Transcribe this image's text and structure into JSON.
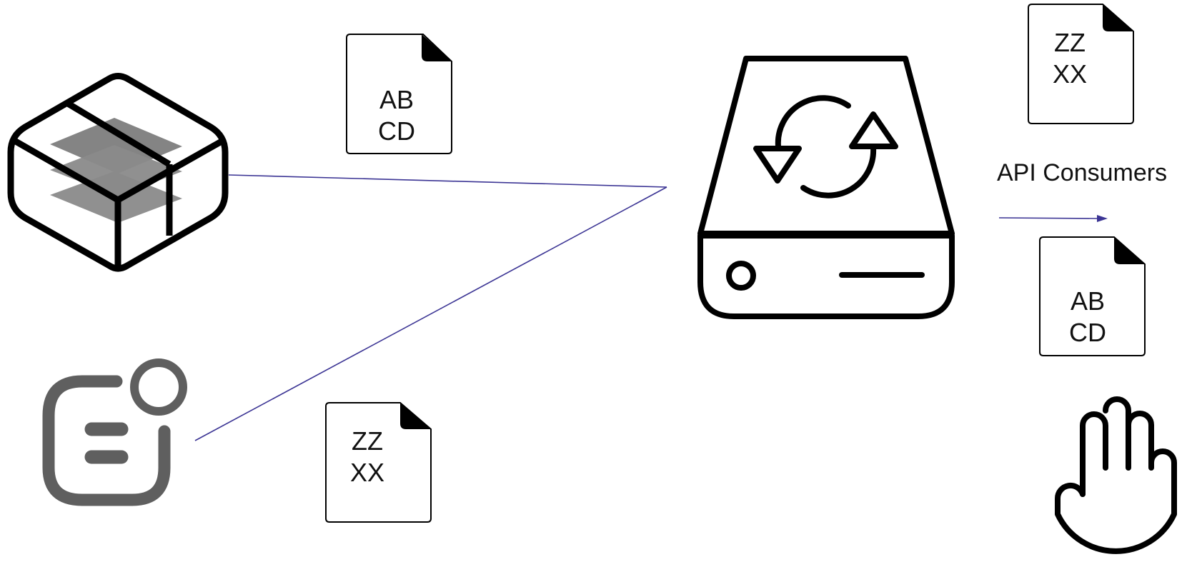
{
  "colors": {
    "stroke": "#000000",
    "connector": "#3b3494",
    "gray_icon": "#5f5f5f",
    "layer_gray": "#7d7d7d"
  },
  "icons": {
    "data_store": "layered-box-icon",
    "app": "app-notification-icon",
    "sync_server": "sync-drive-icon",
    "blocked": "stop-hand-icon"
  },
  "documents": {
    "doc_top_left": {
      "line1": "AB",
      "line2": "CD"
    },
    "doc_bottom_left": {
      "line1": "ZZ",
      "line2": "XX"
    },
    "doc_top_right": {
      "line1": "ZZ",
      "line2": "XX"
    },
    "doc_mid_right": {
      "line1": "AB",
      "line2": "CD"
    }
  },
  "labels": {
    "api_consumers": "API Consumers"
  }
}
